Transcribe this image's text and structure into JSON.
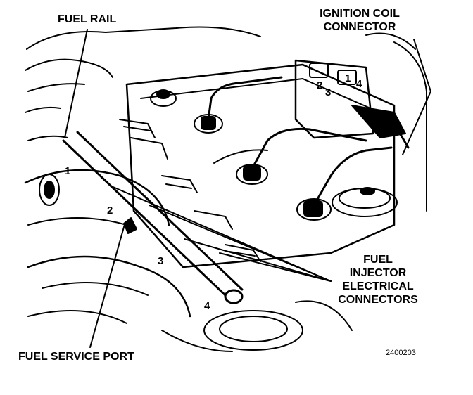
{
  "labels": {
    "fuel_rail": "FUEL RAIL",
    "ignition_coil_connector": [
      "IGNITION COIL",
      "CONNECTOR"
    ],
    "fuel_injector_connectors": [
      "FUEL",
      "INJECTOR",
      "ELECTRICAL",
      "CONNECTORS"
    ],
    "fuel_service_port": "FUEL SERVICE PORT"
  },
  "injector_numbers": [
    "1",
    "2",
    "3",
    "4"
  ],
  "coil_numbers": [
    "2",
    "3",
    "1",
    "4"
  ],
  "figure_id": "2400203",
  "colors": {
    "ink": "#000000",
    "paper": "#ffffff"
  }
}
